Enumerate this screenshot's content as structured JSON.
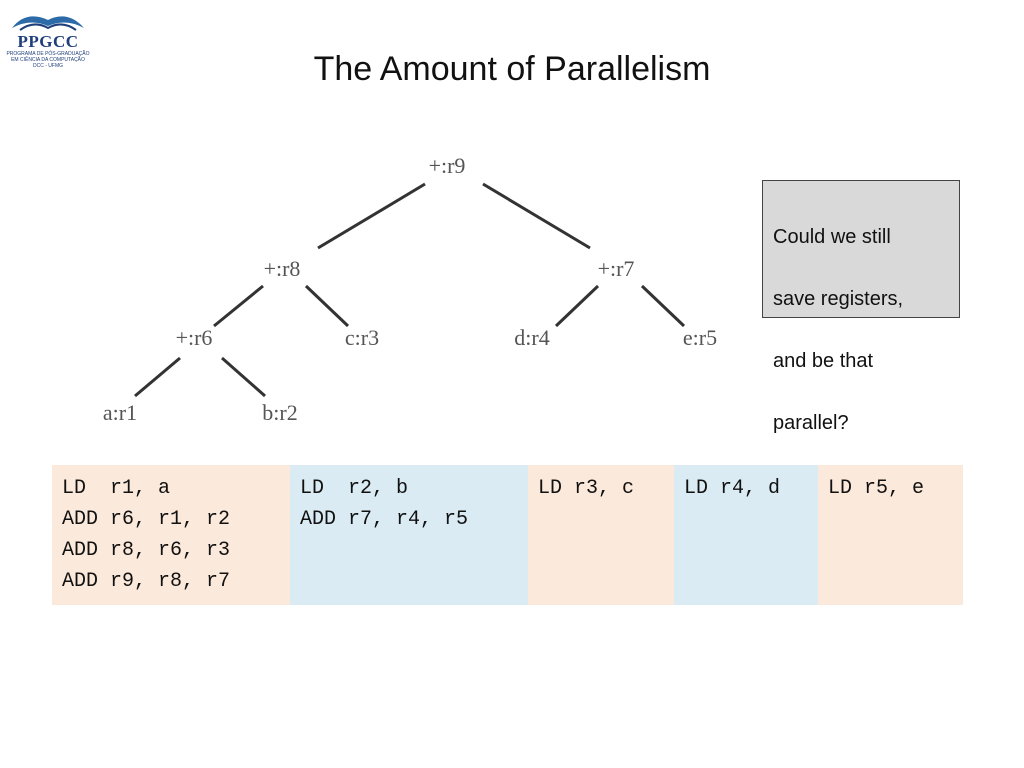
{
  "logo": {
    "text": "PPGCC",
    "subtitle_lines": [
      "PROGRAMA DE PÓS-GRADUAÇÃO",
      "EM CIÊNCIA DA COMPUTAÇÃO",
      "DCC - UFMG"
    ]
  },
  "title": "The Amount of Parallelism",
  "tree": {
    "nodes": {
      "r9": "+:r9",
      "r8": "+:r8",
      "r7": "+:r7",
      "r6": "+:r6",
      "r3": "c:r3",
      "r4": "d:r4",
      "r5": "e:r5",
      "r1": "a:r1",
      "r2": "b:r2"
    }
  },
  "callout": {
    "lines": [
      "Could we still",
      "save registers,",
      "and be that",
      "parallel?"
    ]
  },
  "code_columns": [
    {
      "lines": [
        "LD  r1, a",
        "ADD r6, r1, r2",
        "ADD r8, r6, r3",
        "ADD r9, r8, r7"
      ]
    },
    {
      "lines": [
        "LD  r2, b",
        "ADD r7, r4, r5"
      ]
    },
    {
      "lines": [
        "LD r3, c"
      ]
    },
    {
      "lines": [
        "LD r4, d"
      ]
    },
    {
      "lines": [
        "LD r5, e"
      ]
    }
  ],
  "colors": {
    "peach": "#fbe9db",
    "blue": "#daebf4",
    "callout_bg": "#d9d9d9",
    "logo_blue": "#1f3f7a"
  }
}
